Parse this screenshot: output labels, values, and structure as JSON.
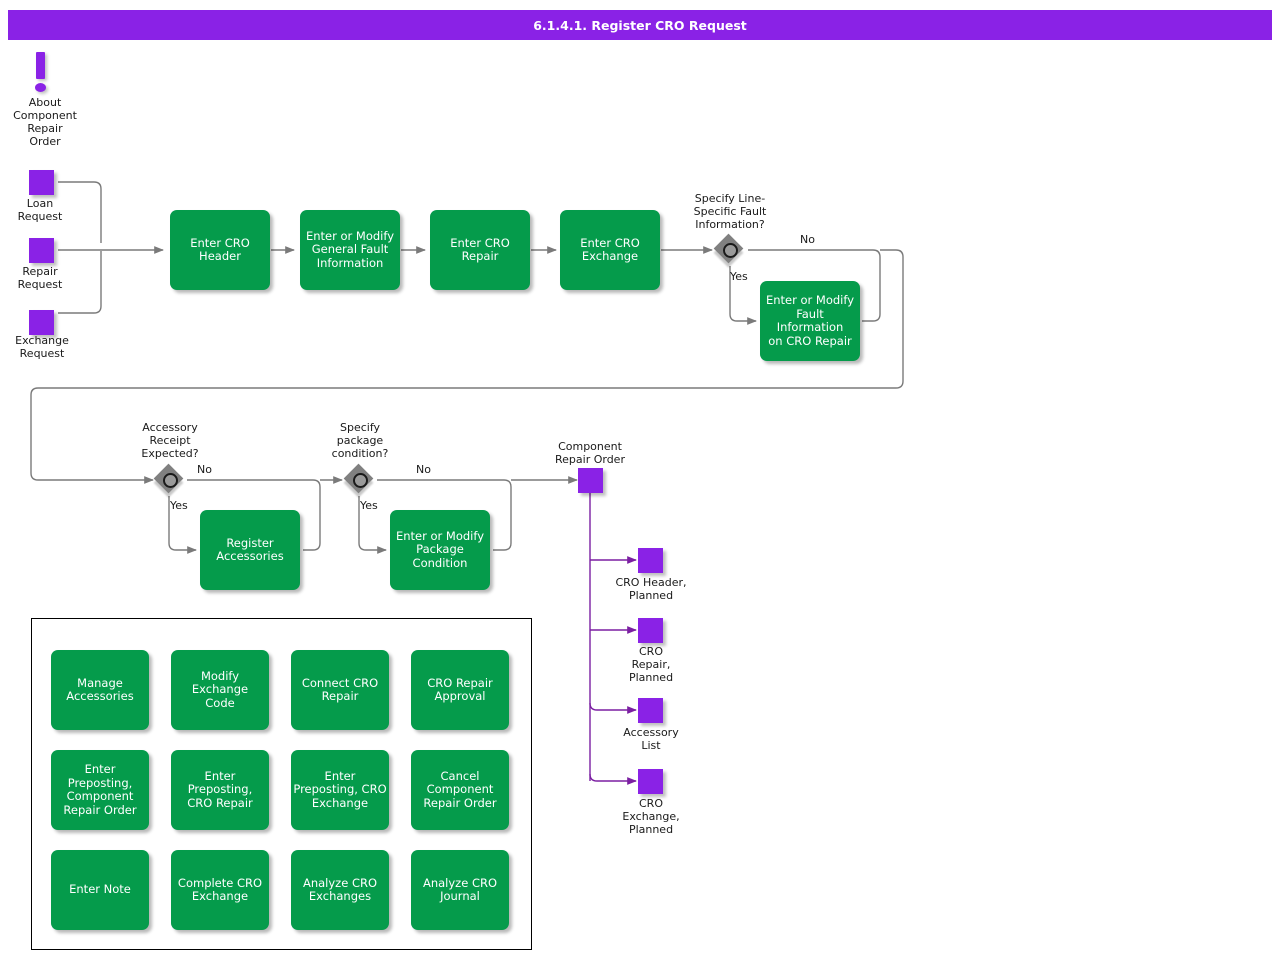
{
  "title": "6.1.4.1. Register CRO Request",
  "colors": {
    "accent_purple": "#8A22E6",
    "activity_green": "#059B4B",
    "decision_gray": "#808080",
    "connector_gray": "#7a7a7a",
    "connector_purple": "#7B1FA2",
    "text_dark": "#1a1a1a",
    "text_light": "#ffffff"
  },
  "note": {
    "icon": "exclamation-icon",
    "label": "About\nComponent\nRepair\nOrder"
  },
  "inputs": [
    {
      "id": "loan-request",
      "label": "Loan\nRequest"
    },
    {
      "id": "repair-request",
      "label": "Repair\nRequest"
    },
    {
      "id": "exchange-request",
      "label": "Exchange\nRequest"
    }
  ],
  "activities": {
    "enter_cro_header": "Enter CRO\nHeader",
    "enter_modify_general_fault": "Enter or Modify\nGeneral Fault\nInformation",
    "enter_cro_repair": "Enter CRO\nRepair",
    "enter_cro_exchange": "Enter CRO\nExchange",
    "enter_modify_fault_on_cro_repair": "Enter or Modify\nFault Information\non CRO Repair",
    "register_accessories": "Register\nAccessories",
    "enter_modify_package_condition": "Enter or Modify\nPackage\nCondition"
  },
  "decisions": [
    {
      "id": "specify-line-specific-fault",
      "question": "Specify Line-\nSpecific Fault\nInformation?",
      "yes_label": "Yes",
      "no_label": "No"
    },
    {
      "id": "accessory-receipt-expected",
      "question": "Accessory\nReceipt\nExpected?",
      "yes_label": "Yes",
      "no_label": "No"
    },
    {
      "id": "specify-package-condition",
      "question": "Specify\npackage\ncondition?",
      "yes_label": "Yes",
      "no_label": "No"
    }
  ],
  "outputs": {
    "main": {
      "id": "component-repair-order",
      "label": "Component\nRepair Order"
    },
    "items": [
      {
        "id": "cro-header-planned",
        "label": "CRO Header,\nPlanned"
      },
      {
        "id": "cro-repair-planned",
        "label": "CRO\nRepair,\nPlanned"
      },
      {
        "id": "accessory-list",
        "label": "Accessory\nList"
      },
      {
        "id": "cro-exchange-planned",
        "label": "CRO\nExchange,\nPlanned"
      }
    ]
  },
  "related_activities": [
    "Manage\nAccessories",
    "Modify Exchange\nCode",
    "Connect CRO\nRepair",
    "CRO Repair\nApproval",
    "Enter\nPreposting,\nComponent\nRepair Order",
    "Enter\nPreposting,\nCRO Repair",
    "Enter\nPreposting, CRO\nExchange",
    "Cancel\nComponent\nRepair Order",
    "Enter Note",
    "Complete CRO\nExchange",
    "Analyze CRO\nExchanges",
    "Analyze CRO\nJournal"
  ]
}
